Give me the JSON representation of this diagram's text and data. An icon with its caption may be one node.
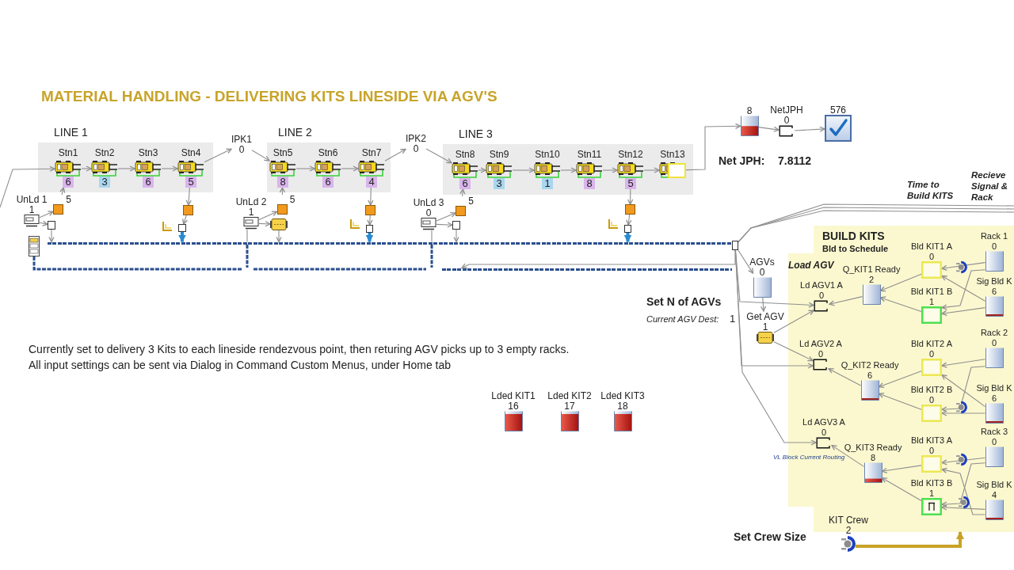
{
  "diagram": {
    "title": "MATERIAL HANDLING - DELIVERING KITS LINESIDE VIA AGV'S",
    "nodes": [
      {
        "text": [
          "LINE 1"
        ]
      },
      {
        "text": [
          "Stn1",
          "6"
        ],
        "in": 0
      },
      {
        "text": [
          "Stn2",
          "3"
        ],
        "in": 0
      },
      {
        "text": [
          "Stn3",
          "6"
        ],
        "in": 0
      },
      {
        "text": [
          "Stn4",
          "5"
        ],
        "in": 0
      },
      {
        "text": [
          "IPK1",
          "0"
        ]
      },
      {
        "text": [
          "LINE 2"
        ]
      },
      {
        "text": [
          "Stn5",
          "8"
        ],
        "in": 6
      },
      {
        "text": [
          "Stn6",
          "6"
        ],
        "in": 6
      },
      {
        "text": [
          "Stn7",
          "4"
        ],
        "in": 6
      },
      {
        "text": [
          "IPK2",
          "0"
        ]
      },
      {
        "text": [
          "LINE 3"
        ]
      },
      {
        "text": [
          "Stn8",
          "6"
        ],
        "in": 11
      },
      {
        "text": [
          "Stn9",
          "3"
        ],
        "in": 11
      },
      {
        "text": [
          "Stn10",
          "1"
        ],
        "in": 11
      },
      {
        "text": [
          "Stn11",
          "8"
        ],
        "in": 11
      },
      {
        "text": [
          "Stn12",
          "5"
        ],
        "in": 11
      },
      {
        "text": [
          "Stn13"
        ],
        "in": 11
      },
      {
        "text": [
          "UnLd 1",
          "1"
        ]
      },
      {
        "text": [
          "5"
        ]
      },
      {
        "text": [],
        "shape": "box"
      },
      {
        "text": [],
        "shape": "box"
      },
      {
        "text": [],
        "shape": "box"
      },
      {
        "text": [
          "UnLd 2",
          "1"
        ]
      },
      {
        "text": [
          "5"
        ]
      },
      {
        "text": [],
        "shape": "picture"
      },
      {
        "text": [],
        "shape": "box"
      },
      {
        "text": [],
        "shape": "box"
      },
      {
        "text": [
          "UnLd 3",
          "0"
        ]
      },
      {
        "text": [
          "5"
        ]
      },
      {
        "text": [],
        "shape": "box"
      },
      {
        "text": [],
        "shape": "box"
      },
      {
        "text": [],
        "shape": "box"
      },
      {
        "text": [],
        "shape": "box"
      },
      {
        "text": [
          "8"
        ]
      },
      {
        "text": [
          "NetJPH",
          "0"
        ]
      },
      {
        "text": [
          "576"
        ]
      },
      {
        "text": [
          "AGVs",
          "0"
        ]
      },
      {
        "text": [
          "Get AGV",
          "1"
        ]
      },
      {
        "text": [
          "BUILD KITS",
          "Bld to Schedule"
        ]
      },
      {
        "text": [
          "Ld AGV1 A",
          "0"
        ],
        "in": 39
      },
      {
        "text": [
          "Q_KIT1 Ready",
          "2"
        ],
        "in": 39
      },
      {
        "text": [
          "Bld KIT1 A",
          "0"
        ],
        "in": 39
      },
      {
        "text": [
          "Rack 1",
          "0"
        ],
        "in": 39
      },
      {
        "text": [
          "Bld KIT1 B",
          "1"
        ],
        "in": 39
      },
      {
        "text": [
          "Sig Bld K",
          "6"
        ],
        "in": 39
      },
      {
        "text": [
          "Ld AGV2 A",
          "0"
        ],
        "in": 39
      },
      {
        "text": [
          "Q_KIT2 Ready",
          "6"
        ],
        "in": 39
      },
      {
        "text": [
          "Bld KIT2 A",
          "0"
        ],
        "in": 39
      },
      {
        "text": [
          "Rack 2",
          "0"
        ],
        "in": 39
      },
      {
        "text": [
          "Bld KIT2 B",
          "0"
        ],
        "in": 39
      },
      {
        "text": [
          "Sig Bld K",
          "6"
        ],
        "in": 39
      },
      {
        "text": [
          "Ld AGV3 A",
          "0"
        ],
        "in": 39
      },
      {
        "text": [
          "Q_KIT3 Ready",
          "8"
        ],
        "in": 39
      },
      {
        "text": [
          "Bld KIT3 A",
          "0"
        ],
        "in": 39
      },
      {
        "text": [
          "Rack 3",
          "0"
        ],
        "in": 39
      },
      {
        "text": [
          "Bld KIT3 B",
          "1"
        ],
        "in": 39
      },
      {
        "text": [
          "Sig Bld K",
          "4"
        ],
        "in": 39
      },
      {
        "text": [
          "KIT Crew",
          "2"
        ]
      },
      {
        "text": [
          "Lded KIT1",
          "16"
        ]
      },
      {
        "text": [
          "Lded KIT2",
          "17"
        ]
      },
      {
        "text": [
          "Lded KIT3",
          "18"
        ]
      },
      {
        "text": [],
        "shape": "bar"
      },
      {
        "text": [],
        "shape": "bar"
      }
    ],
    "edges": [
      {
        "from": null,
        "to": 1,
        "arrow": "to"
      },
      {
        "from": 1,
        "to": 2,
        "arrow": "to"
      },
      {
        "from": 2,
        "to": 3,
        "arrow": "to"
      },
      {
        "from": 3,
        "to": 4,
        "arrow": "to"
      },
      {
        "from": 4,
        "to": 5,
        "arrow": "to"
      },
      {
        "from": 5,
        "to": 7,
        "arrow": "to"
      },
      {
        "from": 7,
        "to": 8,
        "arrow": "to"
      },
      {
        "from": 8,
        "to": 9,
        "arrow": "to"
      },
      {
        "from": 9,
        "to": 10,
        "arrow": "to"
      },
      {
        "from": 10,
        "to": 12,
        "arrow": "to"
      },
      {
        "from": 12,
        "to": 13,
        "arrow": "to"
      },
      {
        "from": 13,
        "to": 14,
        "arrow": "to"
      },
      {
        "from": 14,
        "to": 15,
        "arrow": "to"
      },
      {
        "from": 15,
        "to": 16,
        "arrow": "to"
      },
      {
        "from": 16,
        "to": 17,
        "arrow": "to"
      },
      {
        "from": 17,
        "to": 34,
        "arrow": "to"
      },
      {
        "from": 34,
        "to": 35,
        "arrow": "to"
      },
      {
        "from": 35,
        "to": 36,
        "arrow": "to"
      },
      {
        "from": 18,
        "to": 19,
        "arrow": "to"
      },
      {
        "from": 19,
        "to": 1,
        "arrow": "to"
      },
      {
        "from": 18,
        "to": 20,
        "arrow": "to"
      },
      {
        "from": 20,
        "to": 62,
        "arrow": "to"
      },
      {
        "from": 4,
        "to": 21,
        "arrow": "to"
      },
      {
        "from": 21,
        "to": 22,
        "arrow": "to"
      },
      {
        "from": 23,
        "to": 24,
        "arrow": "to"
      },
      {
        "from": 24,
        "to": 7,
        "arrow": "to"
      },
      {
        "from": 23,
        "to": 25,
        "arrow": "to"
      },
      {
        "from": 25,
        "to": 62,
        "arrow": "to"
      },
      {
        "from": 9,
        "to": 26,
        "arrow": "to"
      },
      {
        "from": 26,
        "to": 27,
        "arrow": "to"
      },
      {
        "from": 28,
        "to": 29,
        "arrow": "to"
      },
      {
        "from": 29,
        "to": 12,
        "arrow": "to"
      },
      {
        "from": 28,
        "to": 30,
        "arrow": "to"
      },
      {
        "from": 30,
        "to": 62,
        "arrow": "to"
      },
      {
        "from": 16,
        "to": 31,
        "arrow": "to"
      },
      {
        "from": 31,
        "to": 32,
        "arrow": "to"
      },
      {
        "from": 33,
        "to": 63,
        "arrow": "to"
      },
      {
        "from": 33,
        "to": 40,
        "arrow": "to"
      },
      {
        "from": 33,
        "to": 46,
        "arrow": "to"
      },
      {
        "from": 33,
        "to": 52,
        "arrow": "to"
      },
      {
        "from": 33,
        "to": 37,
        "arrow": "to"
      },
      {
        "from": 37,
        "to": 38,
        "arrow": "to"
      },
      {
        "from": 38,
        "to": 40,
        "arrow": "to"
      },
      {
        "from": 38,
        "to": 46,
        "arrow": "to"
      },
      {
        "from": 41,
        "to": 40,
        "arrow": "to"
      },
      {
        "from": 42,
        "to": 41,
        "arrow": "to"
      },
      {
        "from": 44,
        "to": 41,
        "arrow": "to"
      },
      {
        "from": 43,
        "to": 42,
        "arrow": "to"
      },
      {
        "from": 45,
        "to": 42,
        "arrow": "to"
      },
      {
        "from": 43,
        "to": 44,
        "arrow": "to"
      },
      {
        "from": 45,
        "to": 44,
        "arrow": "to"
      },
      {
        "from": 47,
        "to": 46,
        "arrow": "to"
      },
      {
        "from": 48,
        "to": 47,
        "arrow": "to"
      },
      {
        "from": 50,
        "to": 47,
        "arrow": "to"
      },
      {
        "from": 49,
        "to": 48,
        "arrow": "to"
      },
      {
        "from": 51,
        "to": 48,
        "arrow": "to"
      },
      {
        "from": 49,
        "to": 50,
        "arrow": "to"
      },
      {
        "from": 51,
        "to": 50,
        "arrow": "to"
      },
      {
        "from": 53,
        "to": 52,
        "arrow": "to"
      },
      {
        "from": 54,
        "to": 53,
        "arrow": "to"
      },
      {
        "from": 56,
        "to": 53,
        "arrow": "to"
      },
      {
        "from": 55,
        "to": 54,
        "arrow": "to"
      },
      {
        "from": 57,
        "to": 54,
        "arrow": "to"
      },
      {
        "from": 55,
        "to": 56,
        "arrow": "to"
      },
      {
        "from": 57,
        "to": 56,
        "arrow": "to"
      },
      {
        "from": 58,
        "to": 39,
        "arrow": "to",
        "style": "thick",
        "color": "#c9a227"
      },
      {
        "from": 33,
        "to": null,
        "arrow": "none"
      },
      {
        "from": 33,
        "to": null,
        "arrow": "none"
      },
      {
        "from": 33,
        "to": null,
        "arrow": "none"
      },
      {
        "from": 22,
        "to": 62,
        "arrow": "to",
        "style": "thick",
        "color": "#2a8bd0"
      },
      {
        "from": 27,
        "to": 62,
        "arrow": "to",
        "style": "thick",
        "color": "#2a8bd0"
      },
      {
        "from": 32,
        "to": 62,
        "arrow": "to",
        "style": "thick",
        "color": "#2a8bd0"
      },
      {
        "from": 23,
        "to": 62,
        "arrow": "none"
      },
      {
        "from": 28,
        "to": 62,
        "arrow": "none"
      }
    ],
    "labels": [
      "Net JPH:",
      "7.8112",
      "Time to Build KITS",
      "Recieve Signal & Rack",
      "Load AGV",
      "Set N of AGVs",
      "Current AGV Dest:",
      "1",
      "Currently set to delivery 3 Kits to each lineside rendezvous point, then returing AGV picks up to 3 empty racks.",
      "All input settings can be sent via Dialog in Command Custom Menus, under Home tab",
      "VL Block Current Routing",
      "Set Crew Size"
    ]
  }
}
